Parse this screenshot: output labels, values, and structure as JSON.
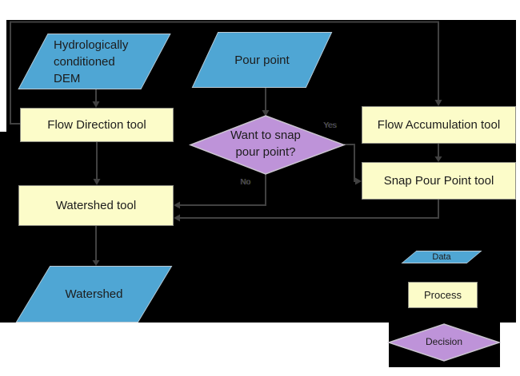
{
  "nodes": {
    "dem": {
      "line1": "Hydrologically",
      "line2": "conditioned",
      "line3": "DEM"
    },
    "pour_point": {
      "label": "Pour point"
    },
    "flow_direction": {
      "label": "Flow Direction tool"
    },
    "flow_accumulation": {
      "label": "Flow Accumulation tool"
    },
    "snap_decision": {
      "line1": "Want to snap",
      "line2": "pour point?"
    },
    "snap_pour_point": {
      "label": "Snap Pour Point tool"
    },
    "watershed_tool": {
      "label": "Watershed tool"
    },
    "watershed": {
      "label": "Watershed"
    }
  },
  "edges": {
    "yes_label": "Yes",
    "no_label": "No"
  },
  "legend": {
    "data_label": "Data",
    "process_label": "Process",
    "decision_label": "Decision"
  },
  "colors": {
    "background": "#000000",
    "data_fill": "#4FA6D4",
    "process_fill": "#FCFCC9",
    "decision_fill": "#BE93D9",
    "connector": "#414141",
    "shape_text": "#1C1C1C"
  }
}
